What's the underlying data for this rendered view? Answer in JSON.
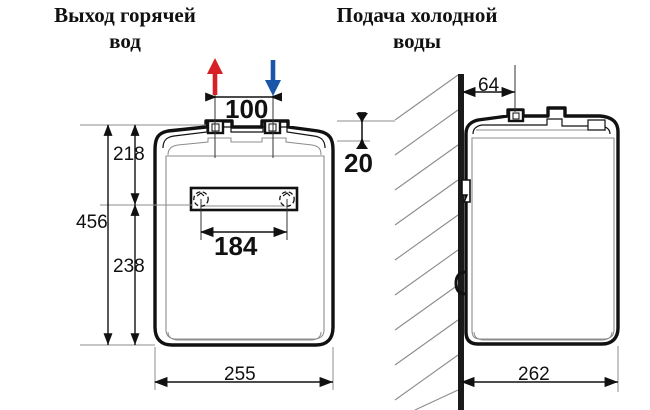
{
  "drawing": {
    "title_hot": "Выход горячей",
    "title_hot_line2": "вод",
    "title_cold": "Подача холодной",
    "title_cold_line2": "воды",
    "colors": {
      "hot_arrow": "#d81f26",
      "cold_arrow": "#1a56a8",
      "outline": "#111111",
      "thin_line": "#8c8c8c",
      "wall": "#1a1a1a"
    },
    "dimensions": {
      "port_spacing": "100",
      "top_offset": "20",
      "upper_height": "218",
      "lower_height": "238",
      "total_height": "456",
      "bracket_span": "184",
      "front_width": "255",
      "wall_clearance": "64",
      "depth": "262"
    },
    "views": {
      "front_view_name": "front-view",
      "side_view_name": "side-view"
    },
    "arrows": {
      "hot_outlet": "hot-water-outlet-arrow",
      "cold_inlet": "cold-water-inlet-arrow"
    }
  }
}
